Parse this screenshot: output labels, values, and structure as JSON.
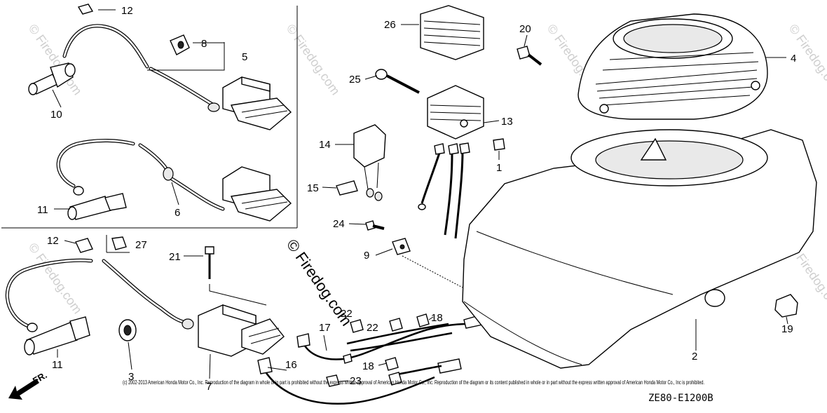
{
  "callouts": {
    "c1": "1",
    "c2": "2",
    "c3": "3",
    "c4": "4",
    "c5": "5",
    "c6": "6",
    "c7": "7",
    "c8": "8",
    "c9": "9",
    "c10": "10",
    "c11a": "11",
    "c11b": "11",
    "c12a": "12",
    "c12b": "12",
    "c13": "13",
    "c14": "14",
    "c15": "15",
    "c16": "16",
    "c17": "17",
    "c18a": "18",
    "c18b": "18",
    "c19": "19",
    "c20": "20",
    "c21": "21",
    "c22a": "22",
    "c22b": "22",
    "c23": "23",
    "c24": "24",
    "c25": "25",
    "c26": "26",
    "c27": "27"
  },
  "watermark": {
    "center_text": "© Firedog.com",
    "faint_text": "© Firedog.com"
  },
  "copyright": "(c) 2002-2013 American Honda Motor Co., Inc. Reproduction of the diagram in whole or in part is prohibited without the express written approval of American Honda Motor Co., Inc. Reproduction of the diagram or its content published in whole or in part without the express written approval of American Honda Motor Co., Inc is prohibited.",
  "diagram_code": "ZE80-E1200B",
  "direction_label": "FR."
}
